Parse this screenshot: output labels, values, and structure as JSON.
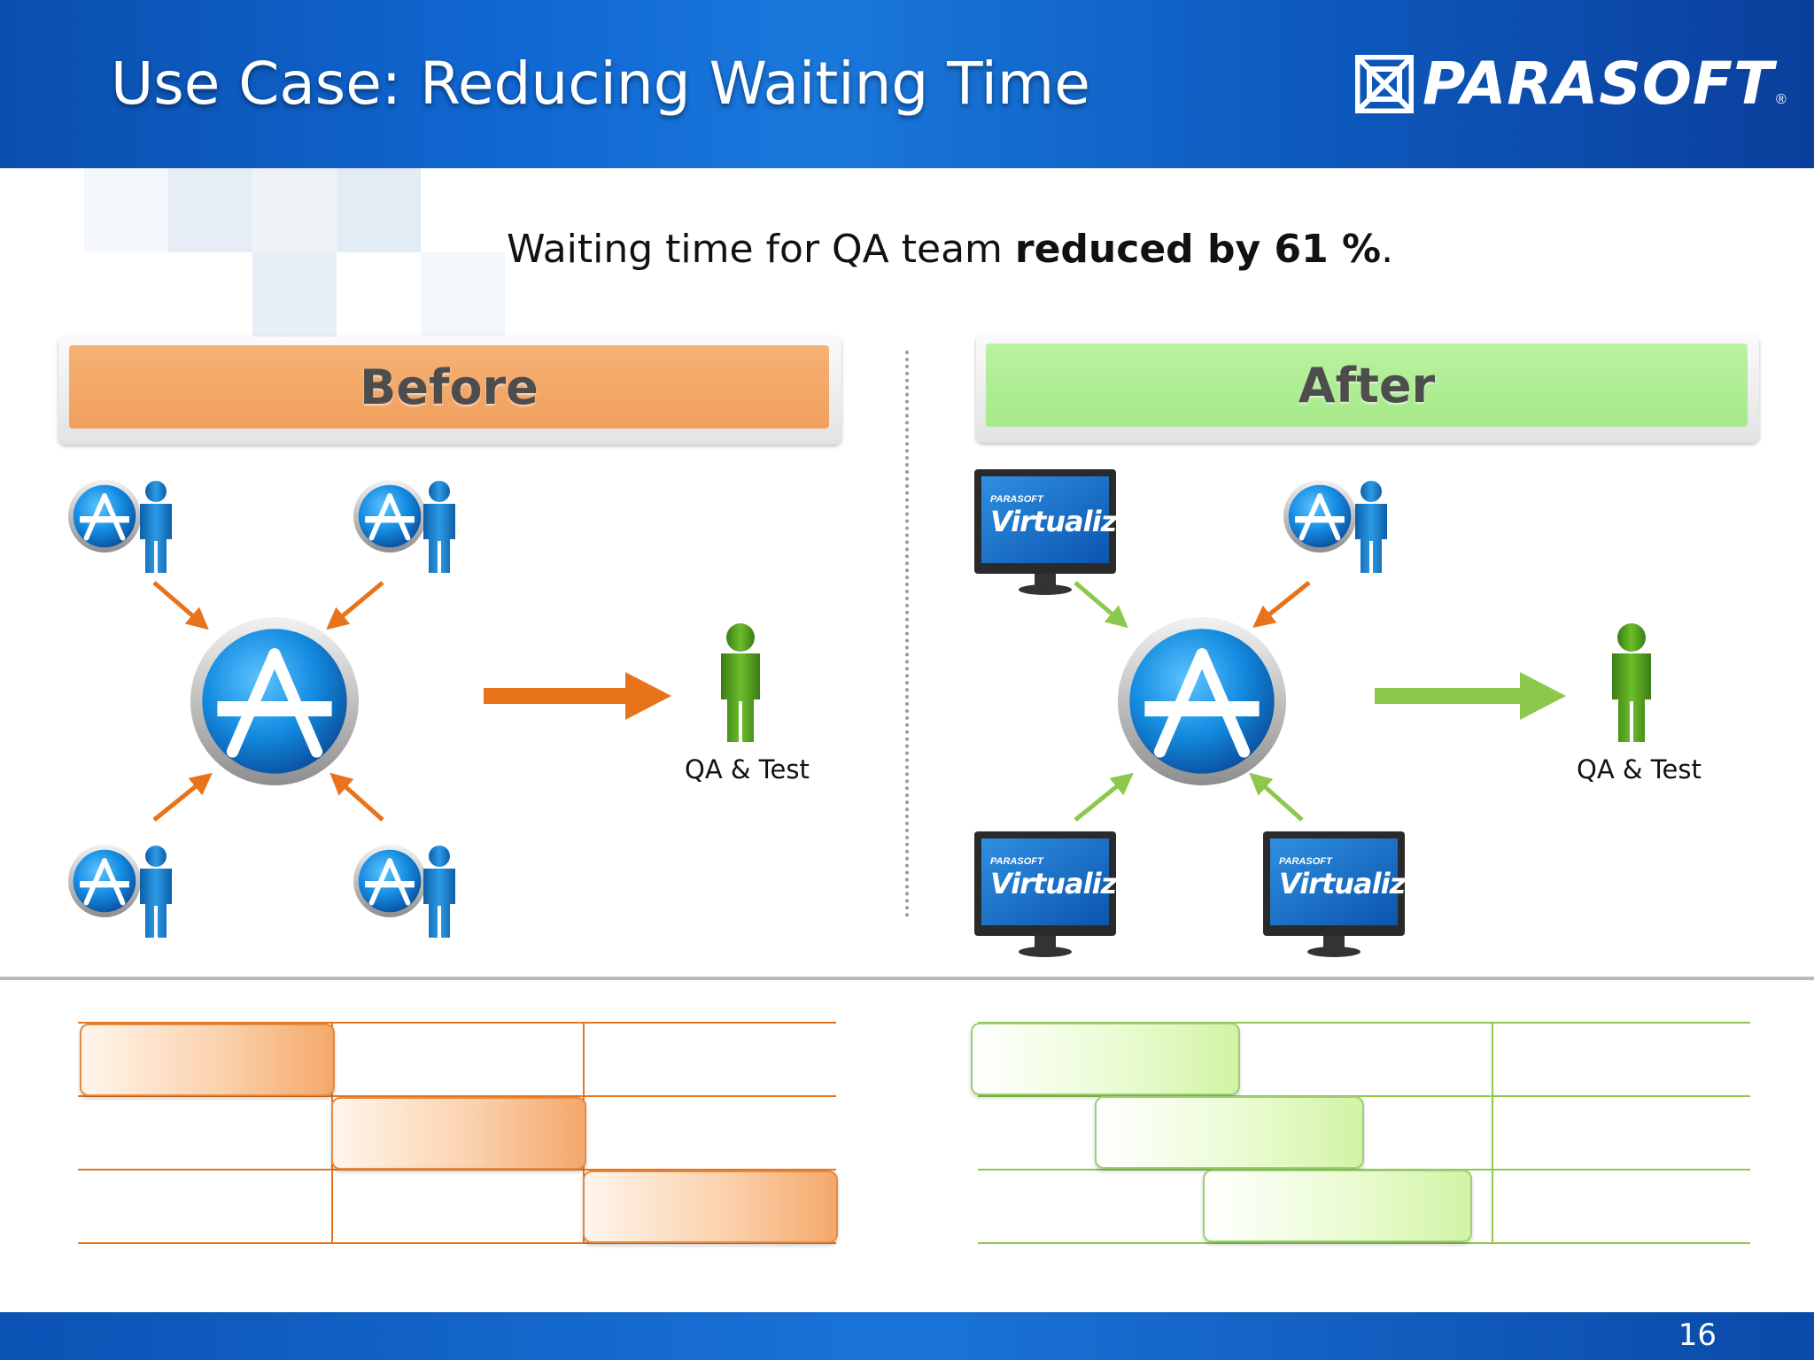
{
  "slide": {
    "title": "Use Case: Reducing Waiting Time",
    "brand": "PARASOFT",
    "brand_mark": "®",
    "subtitle_prefix": "Waiting time for QA team ",
    "subtitle_bold": "reduced by 61 %",
    "subtitle_suffix": ".",
    "page_number": "16"
  },
  "before": {
    "label": "Before",
    "qa_label": "QA & Test",
    "accent": "#e8731b",
    "schedule_bars": 3
  },
  "after": {
    "label": "After",
    "qa_label": "QA & Test",
    "accent": "#8cc84b",
    "virtualize_brand": "PARASOFT",
    "virtualize_text": "Virtualize",
    "schedule_bars": 3
  },
  "colors": {
    "header": "#1169d4",
    "before_banner": "#f2a462",
    "after_banner": "#aeee92",
    "app_icon": "#1a8fe0",
    "person_blue": "#1b7fd0",
    "person_green": "#4e9a1f"
  }
}
